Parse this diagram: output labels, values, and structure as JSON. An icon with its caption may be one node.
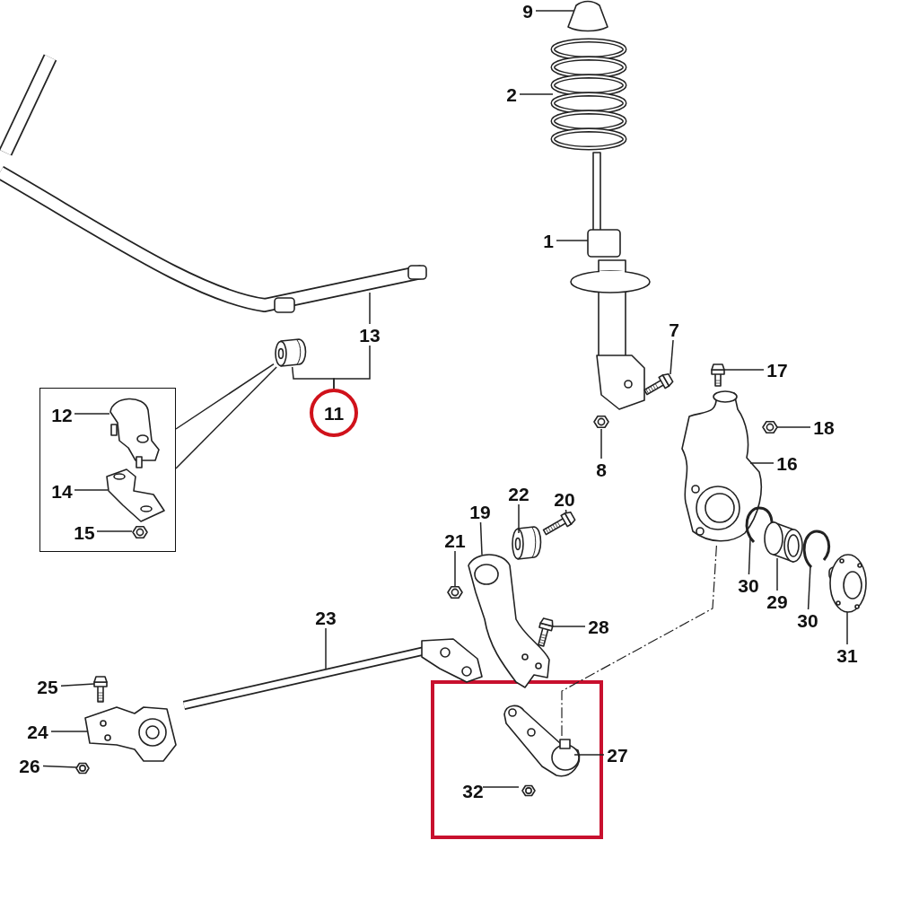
{
  "diagram": {
    "nodes": [
      {
        "text": [],
        "shape": "box"
      },
      {
        "text": [],
        "shape": "cylinder"
      },
      {
        "text": [
          "9"
        ]
      },
      {
        "text": [
          "2"
        ]
      },
      {
        "text": [
          "1"
        ]
      },
      {
        "text": [
          "7"
        ]
      },
      {
        "text": [
          "13"
        ]
      },
      {
        "text": [
          "17"
        ]
      },
      {
        "text": [
          "11"
        ]
      },
      {
        "text": [
          "12"
        ],
        "in": 0
      },
      {
        "text": [
          "18"
        ]
      },
      {
        "text": [
          "16"
        ]
      },
      {
        "text": [
          "14"
        ],
        "in": 0
      },
      {
        "text": [
          "8"
        ]
      },
      {
        "text": [
          "22"
        ]
      },
      {
        "text": [
          "20"
        ]
      },
      {
        "text": [
          "19"
        ]
      },
      {
        "text": [
          "15"
        ],
        "in": 0
      },
      {
        "text": [
          "21"
        ]
      },
      {
        "text": [
          "30"
        ]
      },
      {
        "text": [
          "29"
        ]
      },
      {
        "text": [
          "30"
        ]
      },
      {
        "text": [
          "23"
        ]
      },
      {
        "text": [
          "28"
        ]
      },
      {
        "text": [
          "31"
        ]
      },
      {
        "text": [
          "25"
        ]
      },
      {
        "text": [
          "24"
        ]
      },
      {
        "text": [
          "27"
        ]
      },
      {
        "text": [
          "26"
        ]
      },
      {
        "text": [],
        "shape": "box"
      },
      {
        "text": [
          "32"
        ],
        "in": 29
      },
      {
        "text": [],
        "shape": "picture"
      },
      {
        "text": [],
        "shape": "picture"
      },
      {
        "text": [],
        "shape": "picture"
      },
      {
        "text": [],
        "shape": "picture"
      },
      {
        "text": [],
        "shape": "picture"
      },
      {
        "text": [],
        "shape": "picture"
      },
      {
        "text": [],
        "shape": "picture",
        "in": 0
      },
      {
        "text": [],
        "shape": "picture"
      },
      {
        "text": [],
        "shape": "picture"
      },
      {
        "text": [],
        "shape": "picture",
        "in": 0
      },
      {
        "text": [],
        "shape": "picture"
      },
      {
        "text": [],
        "shape": "cylinder"
      },
      {
        "text": [],
        "shape": "picture"
      },
      {
        "text": [],
        "shape": "picture"
      },
      {
        "text": [],
        "shape": "picture",
        "in": 0
      },
      {
        "text": [],
        "shape": "picture"
      },
      {
        "text": [],
        "shape": "picture"
      },
      {
        "text": [],
        "shape": "picture"
      },
      {
        "text": [],
        "shape": "picture"
      },
      {
        "text": [],
        "shape": "picture"
      },
      {
        "text": [],
        "shape": "picture"
      },
      {
        "text": [],
        "shape": "picture"
      },
      {
        "text": [],
        "shape": "picture"
      },
      {
        "text": [],
        "shape": "picture"
      },
      {
        "text": [],
        "shape": "picture",
        "in": 29
      },
      {
        "text": [],
        "shape": "picture"
      },
      {
        "text": [],
        "shape": "picture",
        "in": 29
      }
    ],
    "edges": [
      {
        "from": 0,
        "to": 1,
        "arrow": "none"
      },
      {
        "from": 0,
        "to": 1,
        "arrow": "none"
      },
      {
        "from": 8,
        "to": 1,
        "arrow": "none"
      },
      {
        "from": 8,
        "to": 6,
        "arrow": "none"
      },
      {
        "from": 2,
        "to": 31,
        "arrow": "none"
      },
      {
        "from": 3,
        "to": 32,
        "arrow": "none"
      },
      {
        "from": 4,
        "to": 33,
        "arrow": "none"
      },
      {
        "from": 5,
        "to": 34,
        "arrow": "none"
      },
      {
        "from": 6,
        "to": 35,
        "arrow": "none"
      },
      {
        "from": 7,
        "to": 36,
        "arrow": "none"
      },
      {
        "from": 9,
        "to": 37,
        "arrow": "none"
      },
      {
        "from": 10,
        "to": 38,
        "arrow": "none"
      },
      {
        "from": 11,
        "to": 39,
        "arrow": "none"
      },
      {
        "from": 12,
        "to": 40,
        "arrow": "none"
      },
      {
        "from": 13,
        "to": 41,
        "arrow": "none"
      },
      {
        "from": 14,
        "to": 42,
        "arrow": "none"
      },
      {
        "from": 15,
        "to": 43,
        "arrow": "none"
      },
      {
        "from": 16,
        "to": 44,
        "arrow": "none"
      },
      {
        "from": 17,
        "to": 45,
        "arrow": "none"
      },
      {
        "from": 18,
        "to": 46,
        "arrow": "none"
      },
      {
        "from": 19,
        "to": 47,
        "arrow": "none"
      },
      {
        "from": 20,
        "to": 48,
        "arrow": "none"
      },
      {
        "from": 21,
        "to": 49,
        "arrow": "none"
      },
      {
        "from": 22,
        "to": 50,
        "arrow": "none"
      },
      {
        "from": 23,
        "to": 51,
        "arrow": "none"
      },
      {
        "from": 24,
        "to": 52,
        "arrow": "none"
      },
      {
        "from": 25,
        "to": 53,
        "arrow": "none"
      },
      {
        "from": 26,
        "to": 54,
        "arrow": "none"
      },
      {
        "from": 27,
        "to": 55,
        "arrow": "none"
      },
      {
        "from": 28,
        "to": 56,
        "arrow": "none"
      },
      {
        "from": 30,
        "to": 57,
        "arrow": "none"
      },
      {
        "from": 39,
        "to": 55,
        "arrow": "none",
        "style": "dashed"
      }
    ]
  }
}
